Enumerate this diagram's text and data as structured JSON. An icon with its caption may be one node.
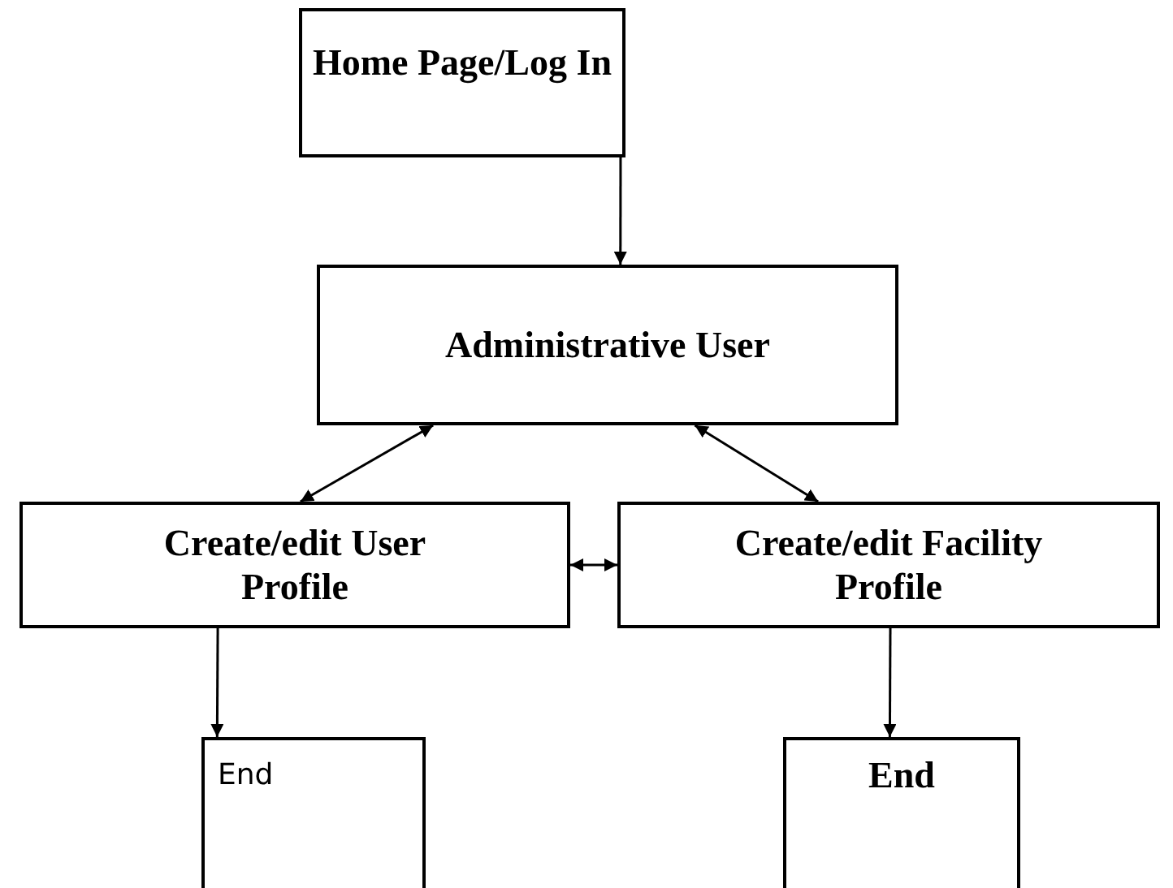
{
  "diagram": {
    "nodes": [
      {
        "text": [
          "Home Page/Log In"
        ]
      },
      {
        "text": [
          "Administrative User"
        ]
      },
      {
        "text": [
          "Create/edit User Profile"
        ]
      },
      {
        "text": [
          "Create/edit Facility Profile"
        ]
      },
      {
        "text": [
          "End"
        ]
      },
      {
        "text": [
          "End"
        ]
      }
    ],
    "edges": [
      {
        "from": 0,
        "to": 1,
        "arrow": "to"
      },
      {
        "from": 1,
        "to": 2,
        "arrow": "both"
      },
      {
        "from": 1,
        "to": 3,
        "arrow": "both"
      },
      {
        "from": 2,
        "to": 3,
        "arrow": "both"
      },
      {
        "from": 2,
        "to": 4,
        "arrow": "to"
      },
      {
        "from": 3,
        "to": 5,
        "arrow": "to"
      }
    ]
  }
}
